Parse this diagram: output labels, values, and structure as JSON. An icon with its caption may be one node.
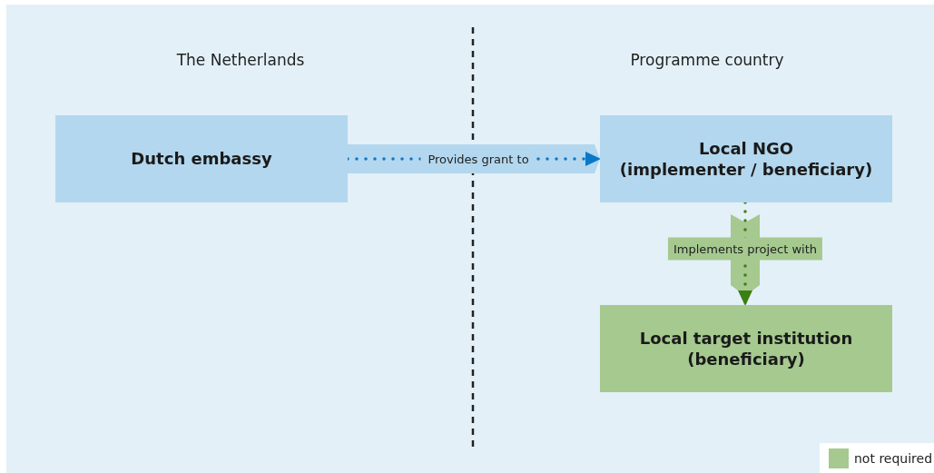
{
  "diagram": {
    "nodes": [
      {
        "text": [
          "Dutch embassy"
        ]
      },
      {
        "text": [
          "Local NGO",
          "(implementer / beneficiary)"
        ]
      },
      {
        "text": [
          "Local target institution",
          "(beneficiary)"
        ]
      }
    ],
    "edges": [
      {
        "from": 0,
        "to": 1,
        "arrow": "to",
        "label": "Provides grant to",
        "style": "dashed",
        "color": "#0a78c8"
      },
      {
        "from": 1,
        "to": 2,
        "arrow": "to",
        "label": "Implements project with",
        "style": "dashed",
        "color": "#3c7f12"
      }
    ],
    "labels": [
      "The Netherlands",
      "Programme country"
    ],
    "legend": [
      {
        "text": "not required",
        "color": "#a5c98f"
      }
    ]
  }
}
